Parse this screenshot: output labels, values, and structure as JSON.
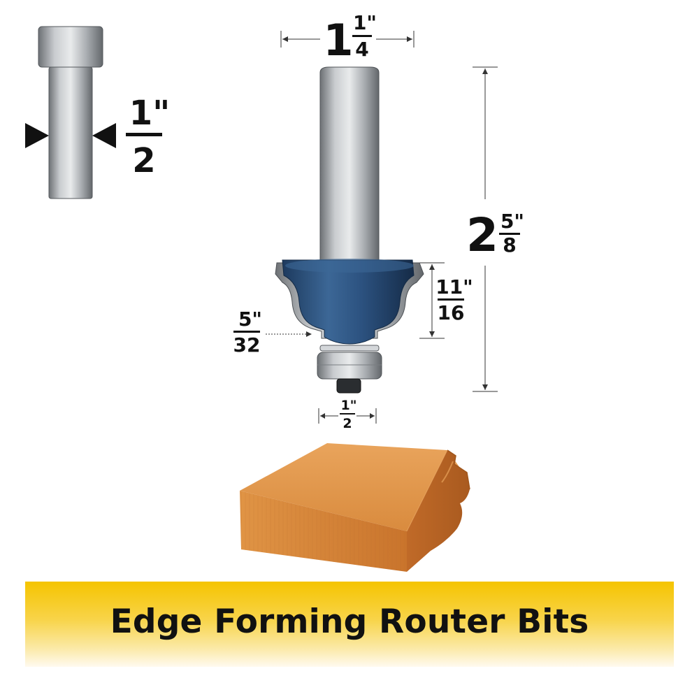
{
  "banner": {
    "title": "Edge Forming Router Bits"
  },
  "dimensions": {
    "shank_diameter": {
      "whole": "",
      "numerator": "1\"",
      "denominator": "2"
    },
    "cutting_diameter": {
      "whole": "1",
      "numerator": "1\"",
      "denominator": "4"
    },
    "overall_length": {
      "whole": "2",
      "numerator": "5\"",
      "denominator": "8"
    },
    "cutting_length": {
      "whole": "",
      "numerator": "11\"",
      "denominator": "16"
    },
    "radius": {
      "whole": "",
      "numerator": "5\"",
      "denominator": "32"
    },
    "bearing_diameter": {
      "whole": "",
      "numerator": "1\"",
      "denominator": "2"
    }
  },
  "colors": {
    "bit_blue": "#2e5480",
    "steel": "#b5b9bd",
    "wood": "#d9863c",
    "banner_yellow": "#f5c400"
  }
}
